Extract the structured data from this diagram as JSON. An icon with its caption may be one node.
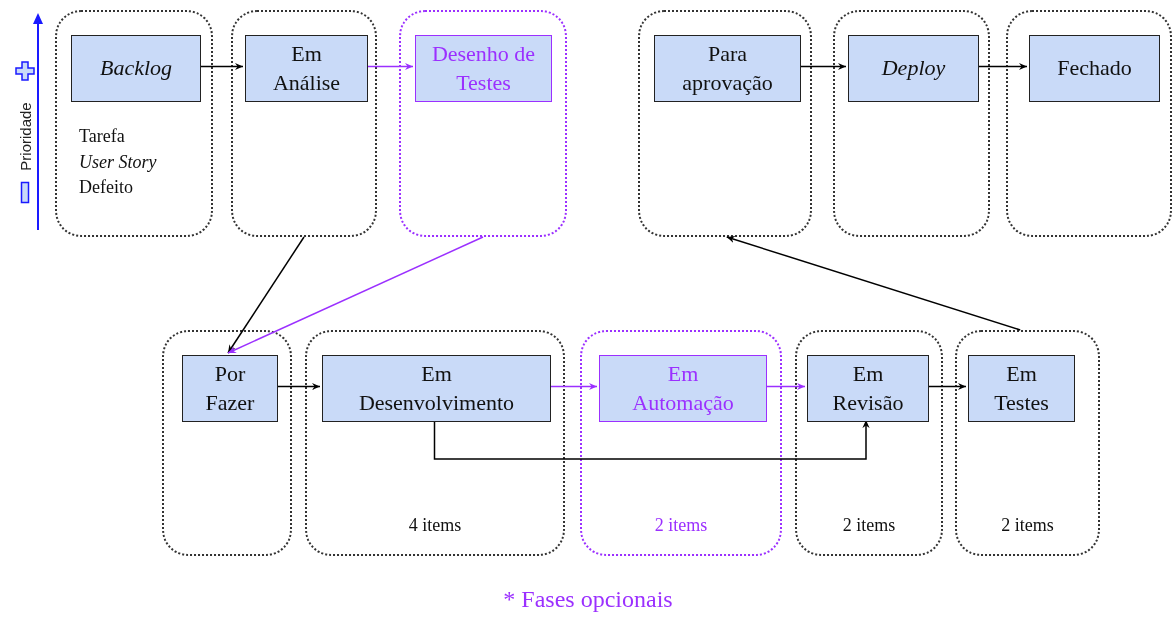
{
  "diagram": {
    "caption": "* Fases opcionais",
    "nodes": [
      {
        "text": [
          "Tarefa",
          "*User Story*",
          "Defeito"
        ]
      },
      {
        "text": [
          "*Backlog*"
        ],
        "in": 0
      },
      {
        "text": [],
        "shape": "box"
      },
      {
        "text": [
          "Em Análise"
        ],
        "in": 2
      },
      {
        "text": [],
        "shape": "box"
      },
      {
        "text": [
          "Desenho de Testes"
        ],
        "in": 4
      },
      {
        "text": [],
        "shape": "box"
      },
      {
        "text": [
          "Para aprovação"
        ],
        "in": 6
      },
      {
        "text": [],
        "shape": "box"
      },
      {
        "text": [
          "*Deploy*"
        ],
        "in": 8
      },
      {
        "text": [],
        "shape": "box"
      },
      {
        "text": [
          "Fechado"
        ],
        "in": 10
      },
      {
        "text": [],
        "shape": "box"
      },
      {
        "text": [
          "Por Fazer"
        ],
        "in": 12
      },
      {
        "text": [
          "4 items"
        ]
      },
      {
        "text": [
          "Em Desenvolvimento"
        ],
        "in": 14
      },
      {
        "text": [
          "2 items"
        ]
      },
      {
        "text": [
          "Em Automação"
        ],
        "in": 16
      },
      {
        "text": [
          "2 items"
        ]
      },
      {
        "text": [
          "Em Revisão"
        ],
        "in": 18
      },
      {
        "text": [
          "2 items"
        ]
      },
      {
        "text": [
          "Em Testes"
        ],
        "in": 20
      }
    ],
    "edges": [
      {
        "from": 1,
        "to": 3,
        "arrow": "to"
      },
      {
        "from": 3,
        "to": 5,
        "arrow": "to",
        "color": "#9b30ff"
      },
      {
        "from": 7,
        "to": 9,
        "arrow": "to"
      },
      {
        "from": 9,
        "to": 11,
        "arrow": "to"
      },
      {
        "from": 2,
        "to": 13,
        "arrow": "to"
      },
      {
        "from": 4,
        "to": 13,
        "arrow": "to",
        "color": "#9b30ff"
      },
      {
        "from": 13,
        "to": 15,
        "arrow": "to"
      },
      {
        "from": 15,
        "to": 17,
        "arrow": "to",
        "color": "#9b30ff"
      },
      {
        "from": 17,
        "to": 19,
        "arrow": "to",
        "color": "#9b30ff"
      },
      {
        "from": 19,
        "to": 21,
        "arrow": "to"
      },
      {
        "from": 15,
        "to": 19,
        "arrow": "to"
      },
      {
        "from": 20,
        "to": 6,
        "arrow": "to"
      }
    ],
    "labels": [
      "Prioridade"
    ]
  }
}
